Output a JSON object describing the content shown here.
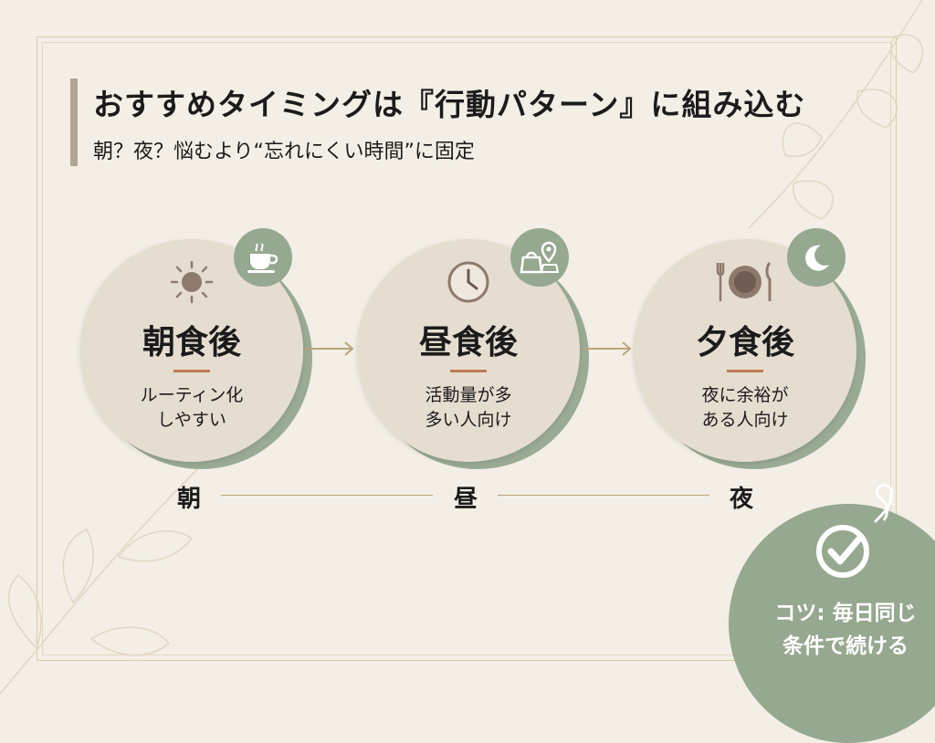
{
  "header": {
    "title": "おすすめタイミングは『行動パターン』に組み込む",
    "subtitle": "朝？夜？悩むより“忘れにくい時間”に固定"
  },
  "cards": [
    {
      "label": "朝食後",
      "desc_line1": "ルーティン化",
      "desc_line2": "しやすい",
      "main_icon": "sun-icon",
      "badge_icon": "coffee-cup-icon"
    },
    {
      "label": "昼食後",
      "desc_line1": "活動量が多",
      "desc_line2": "多い人向け",
      "main_icon": "clock-icon",
      "badge_icon": "bag-location-icon"
    },
    {
      "label": "夕食後",
      "desc_line1": "夜に余裕が",
      "desc_line2": "ある人向け",
      "main_icon": "plate-cutlery-icon",
      "badge_icon": "moon-icon"
    }
  ],
  "timeline": {
    "morning": "朝",
    "noon": "昼",
    "night": "夜"
  },
  "tip": {
    "line1": "コツ: 毎日同じ",
    "line2": "条件で続ける"
  },
  "colors": {
    "sage": "#96a890",
    "disc": "#e6ddd1",
    "accent": "#c07a55",
    "background": "#f3efe6"
  }
}
